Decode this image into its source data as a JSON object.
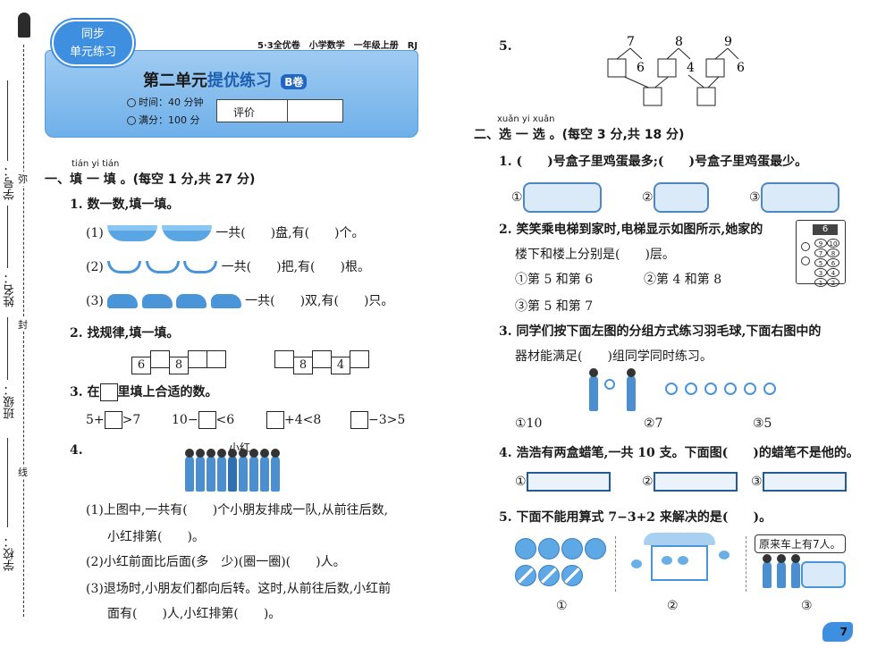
{
  "binding": {
    "labels": [
      "学号：",
      "姓名：",
      "班级：",
      "学校："
    ],
    "marks": [
      "弥",
      "封",
      "线"
    ]
  },
  "header": {
    "badge_line1": "同步",
    "badge_line2": "单元练习",
    "series": "5·3全优卷　小学数学　一年级上册　RJ",
    "title_part1": "第二单元",
    "title_part2": "提优练习",
    "title_badge": "B卷",
    "time_label": "时间：40 分钟",
    "score_label": "满分：100 分",
    "eval_label": "评价"
  },
  "section1": {
    "pinyin": "tián yi tián",
    "title": "一、填 一 填 。(每空 1 分,共 27 分)",
    "q1": {
      "stem": "1. 数一数,填一填。",
      "r1_idx": "(1)",
      "r1_text": "一共(　　)盘,有(　　)个。",
      "r2_idx": "(2)",
      "r2_text": "一共(　　)把,有(　　)根。",
      "r3_idx": "(3)",
      "r3_text": "一共(　　)双,有(　　)只。"
    },
    "q2": {
      "stem": "2. 找规律,填一填。",
      "seq1": [
        "6",
        "",
        "8",
        "",
        ""
      ],
      "seq2": [
        "",
        "8",
        "",
        "4",
        ""
      ]
    },
    "q3": {
      "stem_a": "3. 在",
      "stem_b": "里填上合适的数。",
      "e1a": "5+",
      "e1b": ">7",
      "e2a": "10−",
      "e2b": "<6",
      "e3b": "+4<8",
      "e4b": "−3>5"
    },
    "q4": {
      "num": "4.",
      "label": "小红",
      "s1": "(1)上图中,一共有(　　)个小朋友排成一队,从前往后数,",
      "s1b": "小红排第(　　)。",
      "s2": "(2)小红前面比后面(多　少)(圈一圈)(　　)人。",
      "s3": "(3)退场时,小朋友们都向后转。这时,从前往后数,小红前",
      "s3b": "面有(　　)人,小红排第(　　)。"
    }
  },
  "q5": {
    "num": "5.",
    "tops": [
      "7",
      "8",
      "9"
    ],
    "mids": [
      "6",
      "4",
      "6"
    ]
  },
  "section2": {
    "pinyin": "xuǎn yi xuǎn",
    "title": "二、选 一 选 。(每空 3 分,共 18 分)",
    "q1": {
      "stem": "1. (　　)号盒子里鸡蛋最多;(　　)号盒子里鸡蛋最少。",
      "opts": [
        "①",
        "②",
        "③"
      ]
    },
    "q2": {
      "stem1": "2. 笑笑乘电梯到家时,电梯显示如图所示,她家的",
      "stem2": "楼下和楼上分别是(　　)层。",
      "display": "6",
      "opt1": "①第 5 和第 6",
      "opt2": "②第 4 和第 8",
      "opt3": "③第 5 和第 7",
      "buttons": [
        "9",
        "10",
        "7",
        "8",
        "5",
        "6",
        "3",
        "4",
        "1",
        "2"
      ]
    },
    "q3": {
      "stem1": "3. 同学们按下面左图的分组方式练习羽毛球,下面右图中的",
      "stem2": "器材能满足(　　)组同学同时练习。",
      "opt1": "①10",
      "opt2": "②7",
      "opt3": "③5"
    },
    "q4": {
      "stem": "4. 浩浩有两盒蜡笔,一共 10 支。下面图(　　)的蜡笔不是他的。",
      "opts": [
        "①",
        "②",
        "③"
      ]
    },
    "q5": {
      "stem": "5. 下面不能用算式 7−3+2 来解决的是(　　)。",
      "bubble": "原来车上有7人。",
      "opts": [
        "①",
        "②",
        "③"
      ]
    }
  },
  "page_number": "7"
}
